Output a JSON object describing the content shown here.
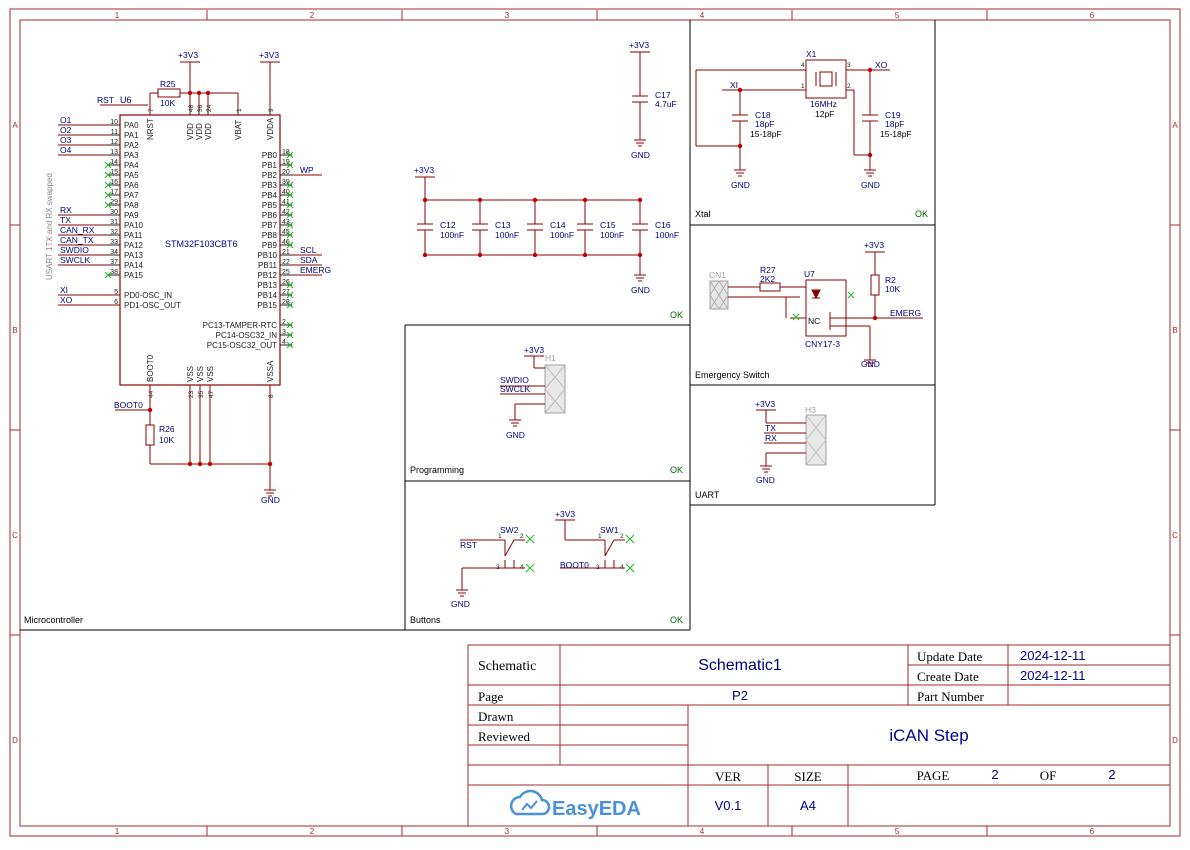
{
  "sheet": {
    "col_labels": [
      "1",
      "2",
      "3",
      "4",
      "5",
      "6"
    ],
    "row_labels": [
      "A",
      "B",
      "C",
      "D"
    ],
    "colors": {
      "border": "#a52a2a",
      "wire": "#8b0000",
      "text": "#000080",
      "pin": "#202020",
      "power": "#00008b",
      "ok": "#006400",
      "cross": "#2db82d",
      "junction": "#c00000",
      "ghost": "#a0a0a0"
    }
  },
  "mcu": {
    "section_label": "Microcontroller",
    "ref": "U6",
    "part": "STM32F103CBT6",
    "rotated_note": "USART 1TX and RX swapped",
    "power_label": "+3V3",
    "gnd_label": "GND",
    "top_pins": [
      {
        "num": "7",
        "name": "NRST"
      },
      {
        "num": "48",
        "name": "VDD"
      },
      {
        "num": "36",
        "name": "VDD"
      },
      {
        "num": "24",
        "name": "VDD"
      },
      {
        "num": "1",
        "name": "VBAT"
      },
      {
        "num": "9",
        "name": "VDDA"
      }
    ],
    "bottom_pins": [
      {
        "num": "44",
        "name": "BOOT0"
      },
      {
        "num": "23",
        "name": "VSS"
      },
      {
        "num": "35",
        "name": "VSS"
      },
      {
        "num": "47",
        "name": "VSS"
      },
      {
        "num": "8",
        "name": "VSSA"
      }
    ],
    "left_pins": [
      {
        "num": "10",
        "name": "PA0",
        "net": "O1"
      },
      {
        "num": "11",
        "name": "PA1",
        "net": "O2"
      },
      {
        "num": "12",
        "name": "PA2",
        "net": "O3"
      },
      {
        "num": "13",
        "name": "PA3",
        "net": "O4"
      },
      {
        "num": "14",
        "name": "PA4",
        "net": ""
      },
      {
        "num": "15",
        "name": "PA5",
        "net": ""
      },
      {
        "num": "16",
        "name": "PA6",
        "net": ""
      },
      {
        "num": "17",
        "name": "PA7",
        "net": ""
      },
      {
        "num": "29",
        "name": "PA8",
        "net": ""
      },
      {
        "num": "30",
        "name": "PA9",
        "net": "RX"
      },
      {
        "num": "31",
        "name": "PA10",
        "net": "TX"
      },
      {
        "num": "32",
        "name": "PA11",
        "net": "CAN_RX"
      },
      {
        "num": "33",
        "name": "PA12",
        "net": "CAN_TX"
      },
      {
        "num": "34",
        "name": "PA13",
        "net": "SWDIO"
      },
      {
        "num": "37",
        "name": "PA14",
        "net": "SWCLK"
      },
      {
        "num": "38",
        "name": "PA15",
        "net": ""
      }
    ],
    "osc_pins": [
      {
        "num": "5",
        "name": "PD0-OSC_IN",
        "net": "XI"
      },
      {
        "num": "6",
        "name": "PD1-OSC_OUT",
        "net": "XO"
      }
    ],
    "right_pins": [
      {
        "num": "18",
        "name": "PB0",
        "net": ""
      },
      {
        "num": "19",
        "name": "PB1",
        "net": ""
      },
      {
        "num": "20",
        "name": "PB2",
        "net": "WP"
      },
      {
        "num": "39",
        "name": "PB3",
        "net": ""
      },
      {
        "num": "40",
        "name": "PB4",
        "net": ""
      },
      {
        "num": "41",
        "name": "PB5",
        "net": ""
      },
      {
        "num": "42",
        "name": "PB6",
        "net": ""
      },
      {
        "num": "43",
        "name": "PB7",
        "net": ""
      },
      {
        "num": "45",
        "name": "PB8",
        "net": ""
      },
      {
        "num": "46",
        "name": "PB9",
        "net": ""
      },
      {
        "num": "21",
        "name": "PB10",
        "net": "SCL"
      },
      {
        "num": "22",
        "name": "PB11",
        "net": "SDA"
      },
      {
        "num": "25",
        "name": "PB12",
        "net": "EMERG"
      },
      {
        "num": "26",
        "name": "PB13",
        "net": ""
      },
      {
        "num": "27",
        "name": "PB14",
        "net": ""
      },
      {
        "num": "28",
        "name": "PB15",
        "net": ""
      }
    ],
    "rtc_pins": [
      {
        "num": "2",
        "name": "PC13-TAMPER-RTC"
      },
      {
        "num": "3",
        "name": "PC14-OSC32_IN"
      },
      {
        "num": "4",
        "name": "PC15-OSC32_OUT"
      }
    ],
    "r25": {
      "ref": "R25",
      "value": "10K",
      "net": "RST"
    },
    "r26": {
      "ref": "R26",
      "value": "10K",
      "net": "BOOT0"
    }
  },
  "decoupling": {
    "ok": "OK",
    "c17": {
      "ref": "C17",
      "value": "4.7uF",
      "power": "+3V3",
      "gnd": "GND"
    },
    "power": "+3V3",
    "gnd": "GND",
    "caps": [
      {
        "ref": "C12",
        "value": "100nF"
      },
      {
        "ref": "C13",
        "value": "100nF"
      },
      {
        "ref": "C14",
        "value": "100nF"
      },
      {
        "ref": "C15",
        "value": "100nF"
      },
      {
        "ref": "C16",
        "value": "100nF"
      }
    ]
  },
  "xtal": {
    "section_label": "Xtal",
    "ok": "OK",
    "x1": {
      "ref": "X1",
      "value": "16MHz",
      "load": "12pF"
    },
    "net_in": "XI",
    "net_out": "XO",
    "c18": {
      "ref": "C18",
      "value": "18pF",
      "range": "15-18pF"
    },
    "c19": {
      "ref": "C19",
      "value": "18pF",
      "range": "15-18pF"
    },
    "gnd": "GND"
  },
  "emergency": {
    "section_label": "Emergency Switch",
    "cn1": "CN1",
    "r27": {
      "ref": "R27",
      "value": "2K2"
    },
    "u7": {
      "ref": "U7",
      "part": "CNY17-3",
      "nc": "NC"
    },
    "r2": {
      "ref": "R2",
      "value": "10K"
    },
    "power": "+3V3",
    "net": "EMERG",
    "gnd": "GND"
  },
  "programming": {
    "section_label": "Programming",
    "ok": "OK",
    "header": "H1",
    "power": "+3V3",
    "nets": [
      "SWDIO",
      "SWCLK"
    ],
    "gnd": "GND"
  },
  "uart": {
    "section_label": "UART",
    "header": "H3",
    "power": "+3V3",
    "nets": [
      "TX",
      "RX"
    ],
    "gnd": "GND"
  },
  "buttons": {
    "section_label": "Buttons",
    "ok": "OK",
    "sw2": {
      "ref": "SW2",
      "net": "RST",
      "gnd": "GND"
    },
    "sw1": {
      "ref": "SW1",
      "net": "BOOT0",
      "power": "+3V3"
    }
  },
  "titleblock": {
    "schematic_label": "Schematic",
    "schematic_name": "Schematic1",
    "update_label": "Update Date",
    "update_date": "2024-12-11",
    "create_label": "Create Date",
    "create_date": "2024-12-11",
    "page_label": "Page",
    "page_name": "P2",
    "part_label": "Part Number",
    "drawn_label": "Drawn",
    "reviewed_label": "Reviewed",
    "project": "iCAN Step",
    "ver_label": "VER",
    "ver": "V0.1",
    "size_label": "SIZE",
    "size": "A4",
    "pageno_label": "PAGE",
    "page_no": "2",
    "of_label": "OF",
    "page_total": "2",
    "logo": "EasyEDA"
  }
}
